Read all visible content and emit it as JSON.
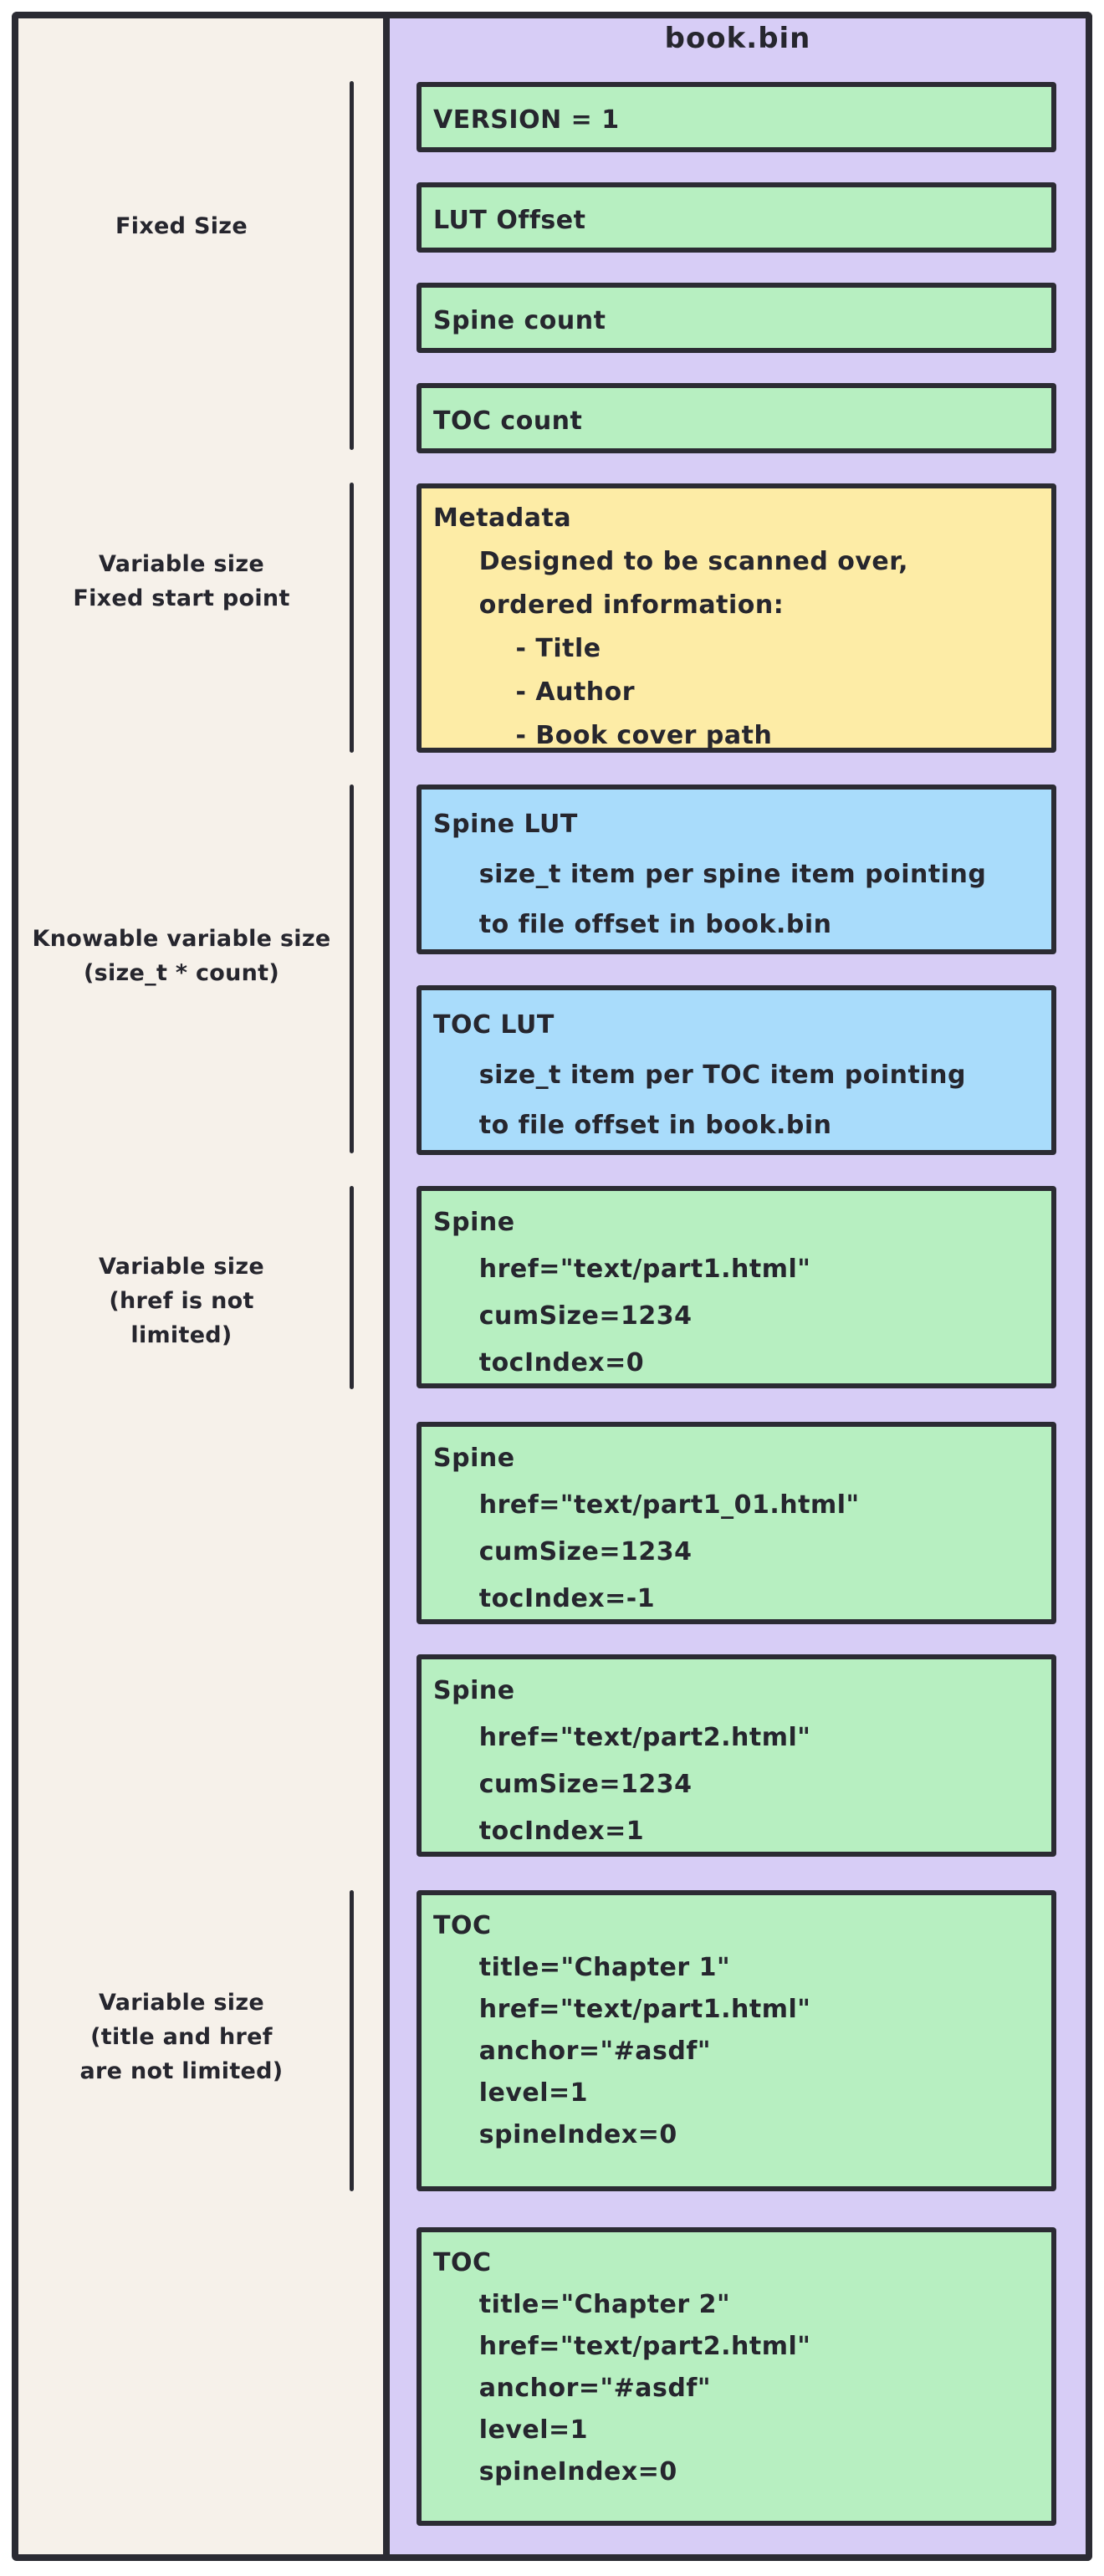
{
  "title": "book.bin",
  "left_labels": [
    {
      "text": "Fixed Size"
    },
    {
      "text": "Variable size\nFixed start point"
    },
    {
      "text": "Knowable variable size\n(size_t * count)"
    },
    {
      "text": "Variable size\n(href is not\nlimited)"
    },
    {
      "text": "Variable size\n(title and href\nare not limited)"
    }
  ],
  "boxes": [
    {
      "name": "version",
      "color": "green",
      "text": "VERSION = 1"
    },
    {
      "name": "lut-offset",
      "color": "green",
      "text": "LUT Offset"
    },
    {
      "name": "spine-count",
      "color": "green",
      "text": "Spine count"
    },
    {
      "name": "toc-count",
      "color": "green",
      "text": "TOC count"
    },
    {
      "name": "metadata",
      "color": "yellow",
      "text": "Metadata\n     Designed to be scanned over,\n     ordered information:\n         - Title\n         - Author\n         - Book cover path"
    },
    {
      "name": "spine-lut",
      "color": "blue",
      "text": "Spine LUT\n     size_t item per spine item pointing\n     to file offset in book.bin"
    },
    {
      "name": "toc-lut",
      "color": "blue",
      "text": "TOC LUT\n     size_t item per TOC item pointing\n     to file offset in book.bin"
    },
    {
      "name": "spine-1",
      "color": "green",
      "text": "Spine\n     href=\"text/part1.html\"\n     cumSize=1234\n     tocIndex=0"
    },
    {
      "name": "spine-2",
      "color": "green",
      "text": "Spine\n     href=\"text/part1_01.html\"\n     cumSize=1234\n     tocIndex=-1"
    },
    {
      "name": "spine-3",
      "color": "green",
      "text": "Spine\n     href=\"text/part2.html\"\n     cumSize=1234\n     tocIndex=1"
    },
    {
      "name": "toc-1",
      "color": "green",
      "text": "TOC\n     title=\"Chapter 1\"\n     href=\"text/part1.html\"\n     anchor=\"#asdf\"\n     level=1\n     spineIndex=0"
    },
    {
      "name": "toc-2",
      "color": "green",
      "text": "TOC\n     title=\"Chapter 2\"\n     href=\"text/part2.html\"\n     anchor=\"#asdf\"\n     level=1\n     spineIndex=0"
    }
  ],
  "colors": {
    "panel_purple": "#d7cdf6",
    "box_green": "#b7efc1",
    "box_blue": "#a9dcfb",
    "box_yellow": "#fdeca6",
    "background_beige": "#f6f1ea",
    "ink": "#2b2b33"
  }
}
